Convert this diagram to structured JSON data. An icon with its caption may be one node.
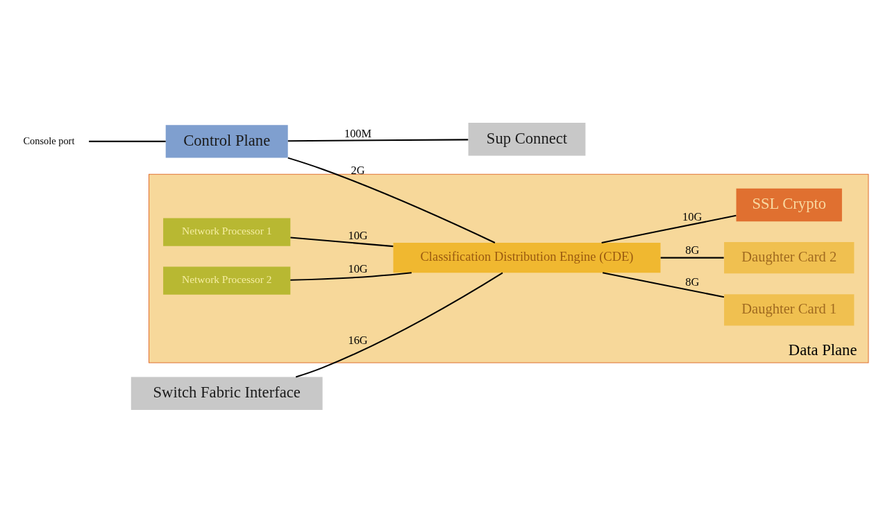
{
  "diagram": {
    "nodes": [
      {
        "text": [
          "Console port"
        ]
      },
      {
        "text": [
          "Control Plane"
        ]
      },
      {
        "text": [
          "Sup Connect"
        ]
      },
      {
        "text": [
          "Switch Fabric Interface"
        ]
      },
      {
        "text": [
          "Data Plane"
        ]
      },
      {
        "text": [
          "Network Processor 1"
        ],
        "in": 4
      },
      {
        "text": [
          "Network Processor 2"
        ],
        "in": 4
      },
      {
        "text": [
          "Classification Distribution Engine (CDE)"
        ],
        "in": 4
      },
      {
        "text": [
          "Daughter Card 1"
        ],
        "in": 4
      },
      {
        "text": [
          "Daughter Card 2"
        ],
        "in": 4
      },
      {
        "text": [
          "SSL Crypto"
        ],
        "in": 4
      }
    ],
    "edges": [
      {
        "from": 0,
        "to": 1,
        "arrow": "none"
      },
      {
        "from": 1,
        "to": 2,
        "arrow": "none",
        "label": "100M"
      },
      {
        "from": 1,
        "to": 7,
        "arrow": "none",
        "label": "2G"
      },
      {
        "from": 3,
        "to": 7,
        "arrow": "none",
        "label": "16G"
      },
      {
        "from": 5,
        "to": 7,
        "arrow": "none",
        "label": "10G"
      },
      {
        "from": 6,
        "to": 7,
        "arrow": "none",
        "label": "10G"
      },
      {
        "from": 7,
        "to": 8,
        "arrow": "none",
        "label": "8G"
      },
      {
        "from": 7,
        "to": 9,
        "arrow": "none",
        "label": "8G"
      },
      {
        "from": 7,
        "to": 10,
        "arrow": "none",
        "label": "10G"
      }
    ]
  }
}
